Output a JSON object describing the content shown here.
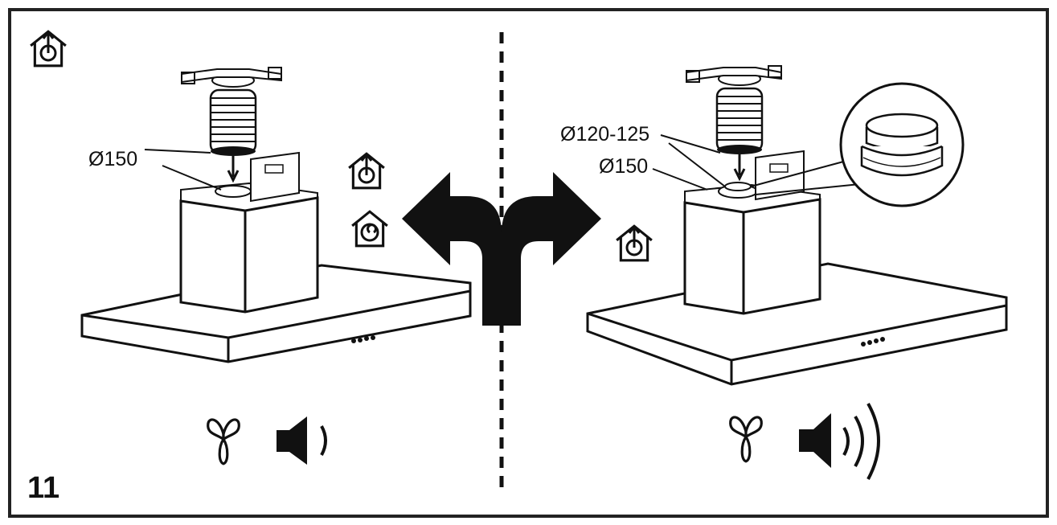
{
  "figure": {
    "step_number": "11",
    "left_panel": {
      "diameter_label": "Ø150",
      "mode_icons": [
        "house-extraction-icon",
        "house-extraction-icon",
        "house-recirculation-icon"
      ],
      "fan_icon": "fan-icon",
      "sound_icon": "speaker-low-icon"
    },
    "right_panel": {
      "reducer_label": "Ø120-125",
      "diameter_label": "Ø150",
      "mode_icons": [
        "house-extraction-icon"
      ],
      "fan_icon": "fan-icon",
      "sound_icon": "speaker-high-icon",
      "detail_view": "duct-reducer-zoom"
    },
    "divider": "dashed-vertical",
    "center_arrow": "double-arrow-left-right",
    "colors": {
      "line": "#111111",
      "background": "#ffffff"
    }
  }
}
